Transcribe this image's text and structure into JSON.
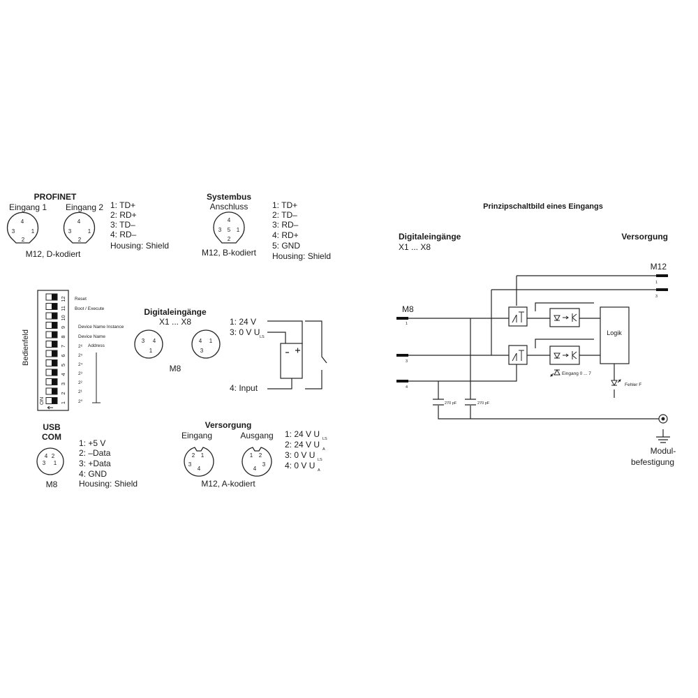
{
  "profinet": {
    "title": "PROFINET",
    "port1": "Eingang 1",
    "port2": "Eingang 2",
    "pin_labels": [
      "4",
      "3",
      "1",
      "2"
    ],
    "type": "M12, D-kodiert",
    "pins": [
      "1: TD+",
      "2: RD+",
      "3: TD–",
      "4: RD–",
      "Housing: Shield"
    ]
  },
  "systembus": {
    "title": "Systembus",
    "subtitle": "Anschluss",
    "pin_labels": [
      "4",
      "3",
      "5",
      "1",
      "2"
    ],
    "type": "M12, B-kodiert",
    "pins": [
      "1: TD+",
      "2: TD–",
      "3: RD–",
      "4: RD+",
      "5: GND",
      "Housing: Shield"
    ]
  },
  "bedienfeld": {
    "title": "Bedienfeld",
    "switch_numbers": [
      "12",
      "11",
      "10",
      "9",
      "8",
      "7",
      "6",
      "5",
      "4",
      "3",
      "2",
      "1"
    ],
    "on_label": "ON",
    "reset": "Reset",
    "boot": "Boot / Execute",
    "device_name_instance": "Device Name Instance",
    "device_name": "Device Name",
    "address": "Address",
    "powers": [
      "2⁶",
      "2⁵",
      "2⁴",
      "2³",
      "2²",
      "2¹",
      "2⁰"
    ]
  },
  "digitaleingaenge": {
    "title": "Digitaleingänge",
    "range": "X1 ... X8",
    "pin_labels": [
      "3",
      "4",
      "1",
      "4",
      "1",
      "3"
    ],
    "type": "M8",
    "pins": [
      "1: 24 V",
      "3: 0 V U",
      "4: Input"
    ],
    "pin_sub": "LS"
  },
  "usb": {
    "title1": "USB",
    "title2": "COM",
    "pin_labels": [
      "4",
      "2",
      "3",
      "1"
    ],
    "type": "M8",
    "pins": [
      "1: +5 V",
      "2: –Data",
      "3: +Data",
      "4: GND",
      "Housing: Shield"
    ]
  },
  "versorgung": {
    "title": "Versorgung",
    "in": "Eingang",
    "out": "Ausgang",
    "pin_labels_in": [
      "2",
      "1",
      "3",
      "4"
    ],
    "pin_labels_out": [
      "1",
      "2",
      "4",
      "3"
    ],
    "type": "M12, A-kodiert",
    "pins": [
      "1: 24 V U",
      "2: 24 V U",
      "3: 0 V U",
      "4: 0 V U"
    ],
    "pin_subs": [
      "LS",
      "A",
      "LS",
      "A"
    ]
  },
  "schematic": {
    "title": "Prinzipschaltbild eines Eingangs",
    "inputs_title": "Digitaleingänge",
    "inputs_range": "X1 ... X8",
    "supply_title": "Versorgung",
    "m12": "M12",
    "m12_pins": [
      "1",
      "3"
    ],
    "m8": "M8",
    "m8_pins": [
      "1",
      "3",
      "4"
    ],
    "logic": "Logik",
    "led_label": "Eingang 0 ... 7",
    "error_label": "Fehler F",
    "cap1": "270 pF",
    "cap2": "270 pF",
    "ground1": "Modul-",
    "ground2": "befestigung"
  }
}
